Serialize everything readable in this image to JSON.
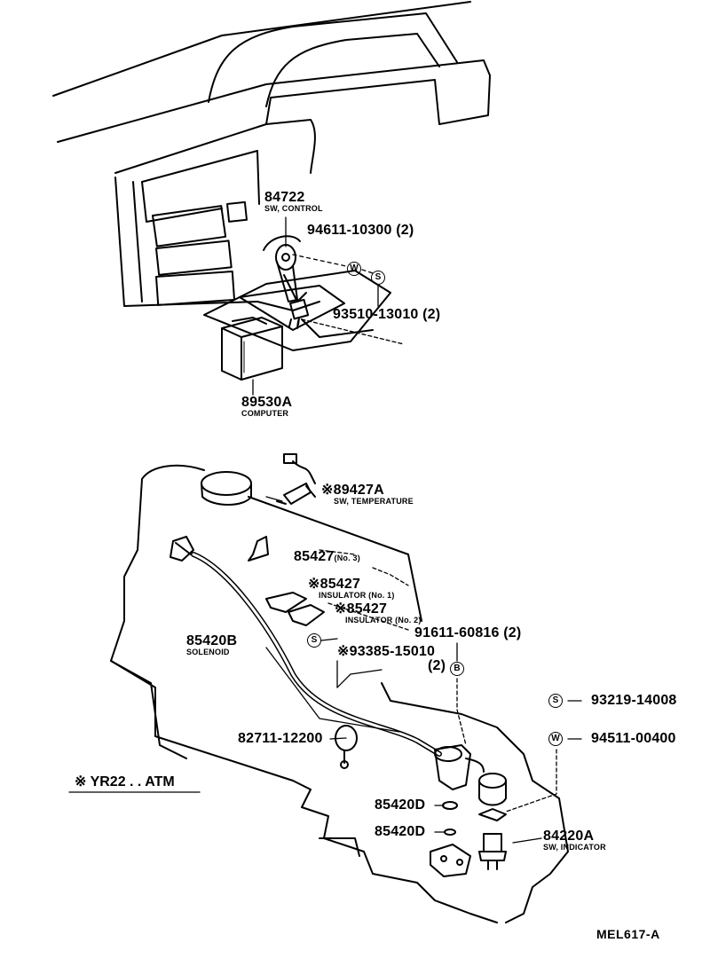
{
  "labels": {
    "p84722": {
      "num": "84722",
      "desc": "SW, CONTROL"
    },
    "p94611": {
      "num": "94611-10300 (2)"
    },
    "p93510": {
      "num": "93510-13010 (2)"
    },
    "p89530": {
      "num": "89530A",
      "desc": "COMPUTER"
    },
    "p89427": {
      "star": "※",
      "num": "89427A",
      "desc": "SW, TEMPERATURE"
    },
    "p85427a": {
      "num": "85427",
      "suffix": "(No. 3)"
    },
    "p85427b": {
      "star": "※",
      "num": "85427",
      "desc": "INSULATOR (No. 1)"
    },
    "p85427c": {
      "star": "※",
      "num": "85427",
      "desc": "INSULATOR (No. 2)"
    },
    "p91611": {
      "num": "91611-60816 (2)"
    },
    "p85420b": {
      "num": "85420B",
      "desc": "SOLENOID"
    },
    "p93385": {
      "star": "※",
      "num": "93385-15010",
      "qty": "(2)"
    },
    "p93219": {
      "num": "93219-14008"
    },
    "p94511": {
      "num": "94511-00400"
    },
    "p82711": {
      "num": "82711-12200"
    },
    "p85420d1": {
      "num": "85420D"
    },
    "p85420d2": {
      "num": "85420D"
    },
    "p84220": {
      "num": "84220A",
      "desc": "SW, INDICATOR"
    }
  },
  "markers": {
    "w_top": "W",
    "s_top": "S",
    "s_mid": "S",
    "b_mid": "B",
    "s_legend": "S",
    "w_legend": "W"
  },
  "legend": {
    "star": "※",
    "text": "YR22 . . ATM"
  },
  "drawing_code": "MEL617-A"
}
